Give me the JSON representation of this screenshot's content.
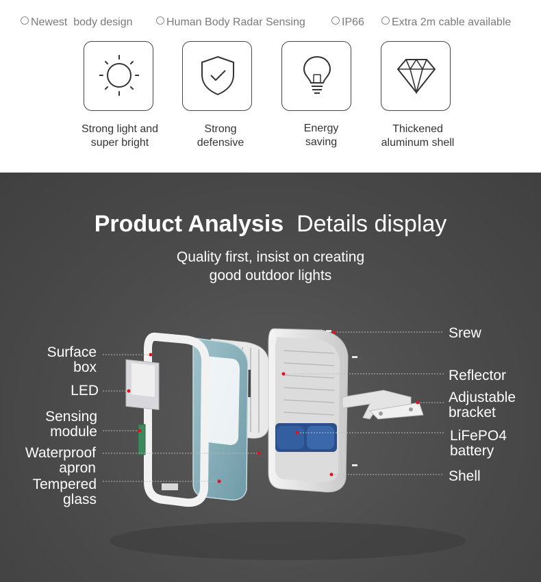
{
  "features": [
    "Newest  body design",
    "Human Body Radar Sensing",
    "IP66",
    "Extra 2m cable available"
  ],
  "cards": [
    {
      "icon": "sun-icon",
      "caption": "Strong light and\nsuper bright"
    },
    {
      "icon": "shield-check-icon",
      "caption": "Strong\ndefensive"
    },
    {
      "icon": "light-bulb-icon",
      "caption": "Energy\nsaving"
    },
    {
      "icon": "diamond-icon",
      "caption": "Thickened\naluminum shell"
    }
  ],
  "heading": {
    "bold": "Product Analysis",
    "normal": "Details display"
  },
  "subheading": [
    "Quality first, insist on creating",
    "good outdoor lights"
  ],
  "left_labels": [
    {
      "text": "Surface\nbox"
    },
    {
      "text": "LED"
    },
    {
      "text": "Sensing\nmodule"
    },
    {
      "text": "Waterproof\napron"
    },
    {
      "text": "Tempered\nglass"
    }
  ],
  "right_labels": [
    {
      "text": "Srew"
    },
    {
      "text": "Reflector"
    },
    {
      "text": "Adjustable\nbracket"
    },
    {
      "text": "LiFePO4\nbattery"
    },
    {
      "text": "Shell"
    }
  ],
  "colors": {
    "dark_bg": "#4a4a4a",
    "marker": "#e0141e",
    "text_dark": "#333333",
    "text_grey": "#7a7a7a"
  }
}
